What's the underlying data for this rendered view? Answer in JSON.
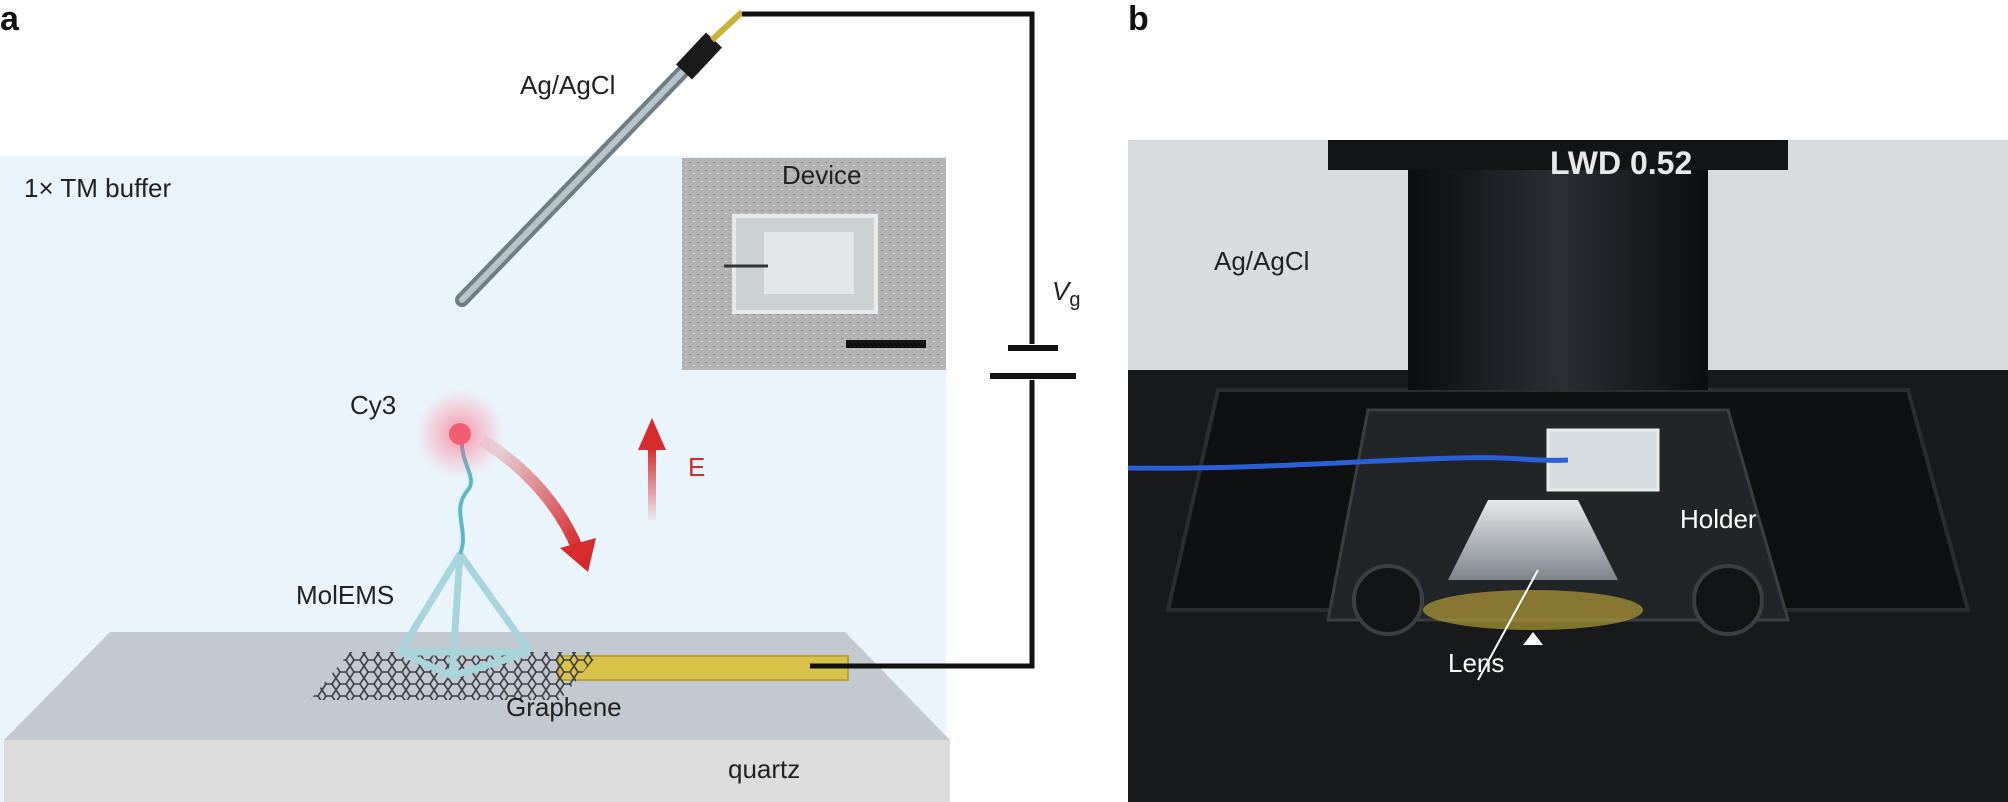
{
  "panels": {
    "a": "a",
    "b": "b"
  },
  "panel_a": {
    "electrode_label": "Ag/AgCl",
    "buffer_label": "1× TM buffer",
    "inset_label": "Device",
    "dye_label": "Cy3",
    "field_label": "E",
    "gate_label_main": "V",
    "gate_label_sub": "g",
    "structure_label": "MolEMS",
    "graphene_label": "Graphene",
    "substrate_label": "quartz"
  },
  "panel_b": {
    "electrode_label": "Ag/AgCl",
    "holder_label": "Holder",
    "lens_label": "Lens",
    "objective_text": "LWD 0.52"
  },
  "colors": {
    "buffer": "#eaf4fd",
    "quartz": "#dcdcdc",
    "graphene_layer": "#b8c2cc",
    "gold": "#d8c24a",
    "arrow_red": "#d62b2b",
    "dna": "#a8d4dc",
    "dye": "#f06070"
  }
}
